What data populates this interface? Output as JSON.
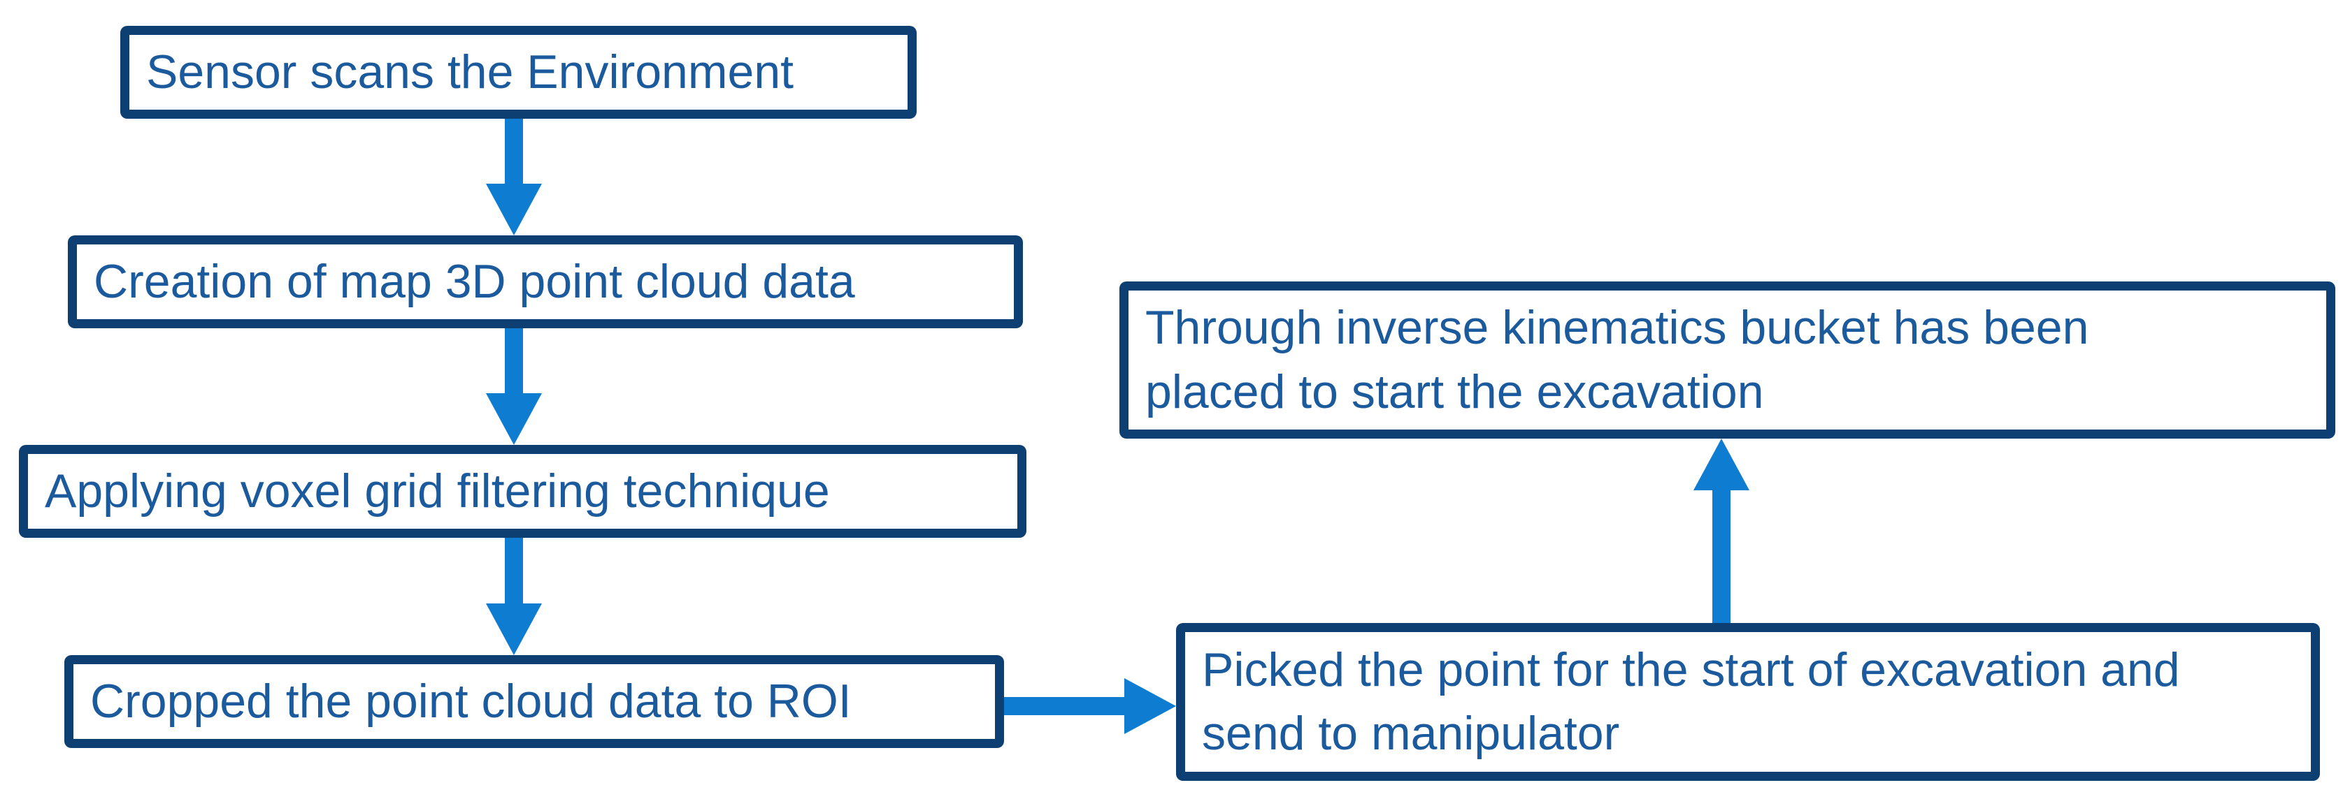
{
  "diagram": {
    "type": "flowchart",
    "colors": {
      "box_border": "#0d3f72",
      "box_fill": "#ffffff",
      "text": "#1b5a9c",
      "arrow": "#0d7cd1",
      "background": "#ffffff"
    },
    "boxes": [
      {
        "id": "sensor-scan",
        "label": "Sensor scans the Environment",
        "lines": [
          "Sensor scans the Environment"
        ]
      },
      {
        "id": "map-creation",
        "label": "Creation of map 3D point cloud data",
        "lines": [
          "Creation of map 3D point cloud data"
        ]
      },
      {
        "id": "voxel-filtering",
        "label": "Applying voxel grid filtering technique",
        "lines": [
          "Applying voxel grid filtering technique"
        ]
      },
      {
        "id": "crop-roi",
        "label": "Cropped the point cloud data to ROI",
        "lines": [
          "Cropped the point cloud data to ROI"
        ]
      },
      {
        "id": "pick-point",
        "label": "Picked the point for the start of excavation and send to manipulator",
        "lines": [
          "Picked the point for the start of excavation and",
          "send to manipulator"
        ]
      },
      {
        "id": "inverse-kinematics",
        "label": "Through inverse kinematics bucket has been placed to start the excavation",
        "lines": [
          "Through inverse kinematics bucket has been",
          "placed to start the excavation"
        ]
      }
    ],
    "connections": [
      {
        "from": "sensor-scan",
        "to": "map-creation",
        "direction": "down"
      },
      {
        "from": "map-creation",
        "to": "voxel-filtering",
        "direction": "down"
      },
      {
        "from": "voxel-filtering",
        "to": "crop-roi",
        "direction": "down"
      },
      {
        "from": "crop-roi",
        "to": "pick-point",
        "direction": "right"
      },
      {
        "from": "pick-point",
        "to": "inverse-kinematics",
        "direction": "up"
      }
    ]
  }
}
